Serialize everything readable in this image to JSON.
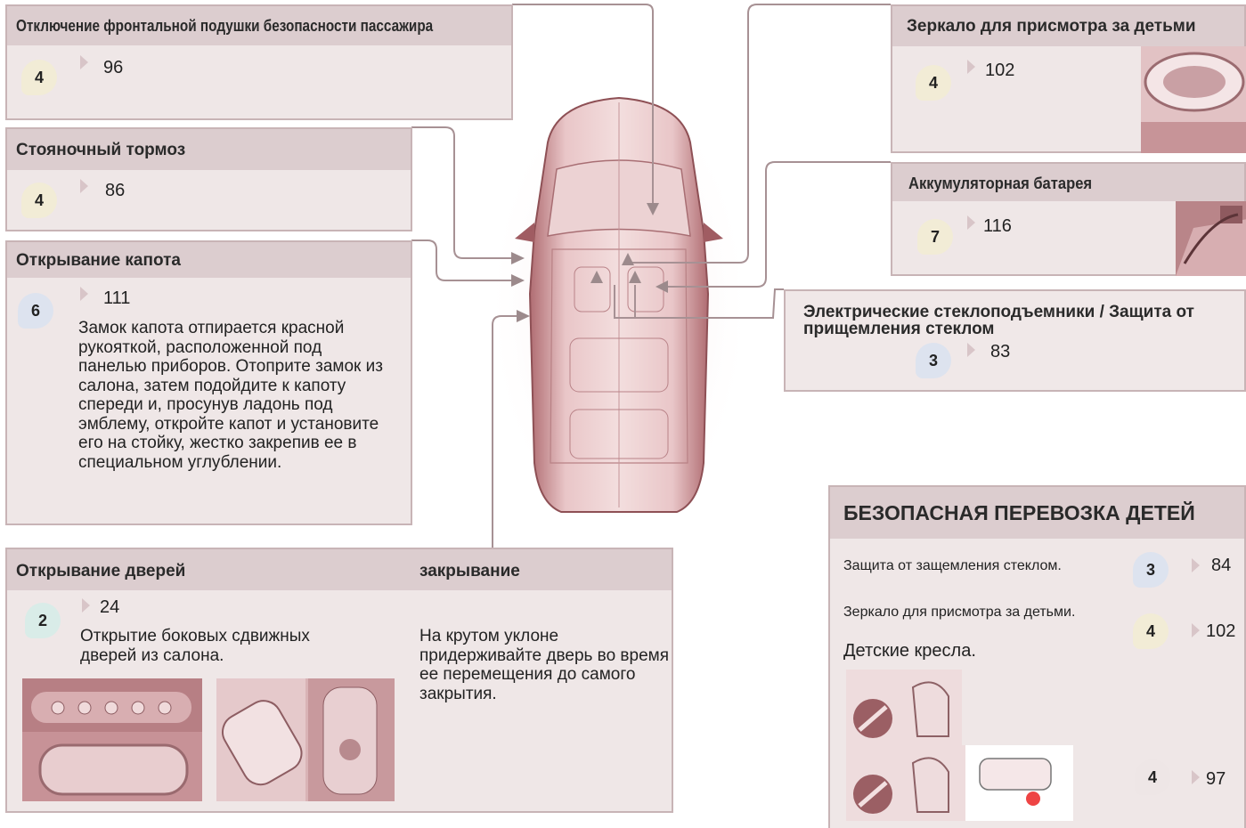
{
  "airbag": {
    "title": "Отключение фронтальной подушки безопасности пассажира",
    "badge": "4",
    "page": "96"
  },
  "parking": {
    "title": "Стояночный тормоз",
    "badge": "4",
    "page": "86"
  },
  "hood": {
    "title": "Открывание капота",
    "badge": "6",
    "page": "111",
    "text": "Замок капота отпирается красной рукояткой, расположенной под панелью приборов. Отоприте замок из салона, затем подойдите к капоту спереди и, просунув ладонь под эмблему, откройте капот и установите его на стойку, жестко закрепив ее в специальном углублении."
  },
  "doors": {
    "title": "Открывание дверей",
    "badge": "2",
    "page": "24",
    "text": "Открытие боковых сдвижных дверей из салона.",
    "closing_title": "закрывание",
    "closing_text": "На крутом уклоне придерживайте дверь во время ее перемещения до самого закрытия."
  },
  "mirror": {
    "title": "Зеркало для присмотра за детьми",
    "badge": "4",
    "page": "102"
  },
  "battery": {
    "title": "Аккумуляторная батарея",
    "badge": "7",
    "page": "116"
  },
  "windows": {
    "title": "Электрические стеклоподъемники / Защита от прищемления стеклом",
    "badge": "3",
    "page": "83"
  },
  "children": {
    "title": "БЕЗОПАСНАЯ ПЕРЕВОЗКА ДЕТЕЙ",
    "rows": [
      {
        "label": "Защита от защемления стеклом.",
        "badge": "3",
        "page": "84"
      },
      {
        "label": "Зеркало для присмотра за детьми.",
        "badge": "4",
        "page": "102"
      }
    ],
    "seats_label": "Детские кресла.",
    "seats_badge": "4",
    "seats_page": "97"
  },
  "colors": {
    "panel_bg": "#efe7e7",
    "panel_head": "#dccdcf",
    "border": "#c8b4b6",
    "car": "#c98f93",
    "arrow": "#9c8a8c"
  }
}
